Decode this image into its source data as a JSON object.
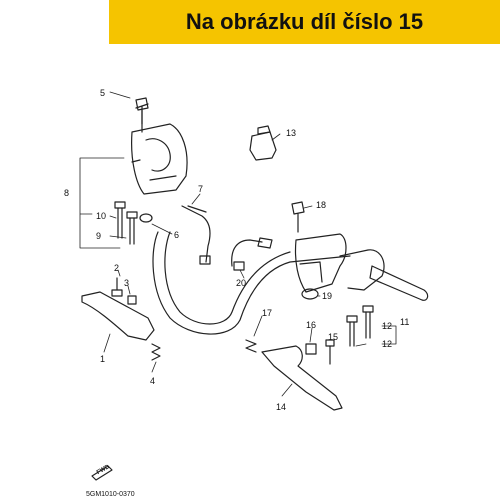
{
  "banner": {
    "text": "Na obrázku díl číslo 15",
    "color": "#f5c400"
  },
  "diagram": {
    "callouts": [
      "5",
      "13",
      "8",
      "7",
      "18",
      "10",
      "9",
      "6",
      "20",
      "19",
      "11",
      "2",
      "3",
      "17",
      "16",
      "12",
      "15",
      "12",
      "1",
      "4",
      "14"
    ],
    "fwd_label": "FWD",
    "code": "5GM1010-0370"
  }
}
